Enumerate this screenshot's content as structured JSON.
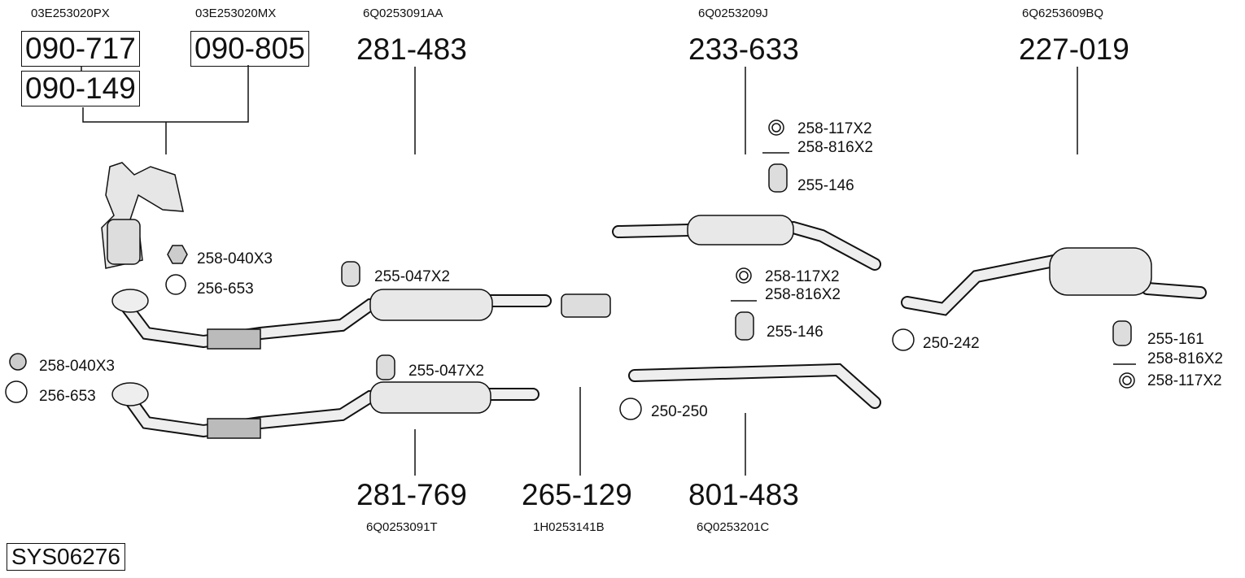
{
  "system_id": "SYS06276",
  "groups": [
    {
      "part": "090-717",
      "oe": "03E253020PX"
    },
    {
      "part": "090-805",
      "oe": "03E253020MX"
    },
    {
      "part": "090-149"
    },
    {
      "part": "281-483",
      "oe": "6Q0253091AA"
    },
    {
      "part": "233-633",
      "oe": "6Q0253209J"
    },
    {
      "part": "227-019",
      "oe": "6Q6253609BQ"
    },
    {
      "part": "281-769",
      "oe": "6Q0253091T"
    },
    {
      "part": "265-129",
      "oe": "1H0253141B"
    },
    {
      "part": "801-483",
      "oe": "6Q0253201C"
    }
  ],
  "accessories": [
    "258-040X3",
    "256-653",
    "255-047X2",
    "258-040X3",
    "256-653",
    "255-047X2",
    "258-117X2",
    "258-816X2",
    "255-146",
    "258-117X2",
    "258-816X2",
    "255-146",
    "250-250",
    "250-242",
    "255-161",
    "258-816X2",
    "258-117X2"
  ]
}
